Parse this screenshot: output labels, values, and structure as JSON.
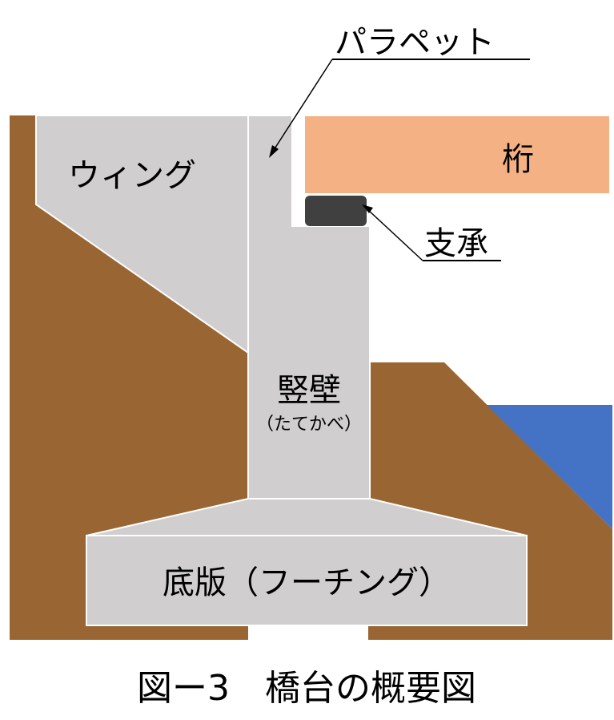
{
  "diagram": {
    "labels": {
      "parapet": "パラペット",
      "girder": "桁",
      "wing": "ウィング",
      "bearing": "支承",
      "wall": "竪壁",
      "wall_reading": "（たてかべ）",
      "footing": "底版（フーチング）"
    },
    "caption": "図ー3　橋台の概要図"
  },
  "colors": {
    "soil": "#996633",
    "concrete": "#D0CECE",
    "girder": "#F4B183",
    "bearing": "#404040",
    "water": "#4472C4",
    "outline": "#FFFFFF"
  }
}
